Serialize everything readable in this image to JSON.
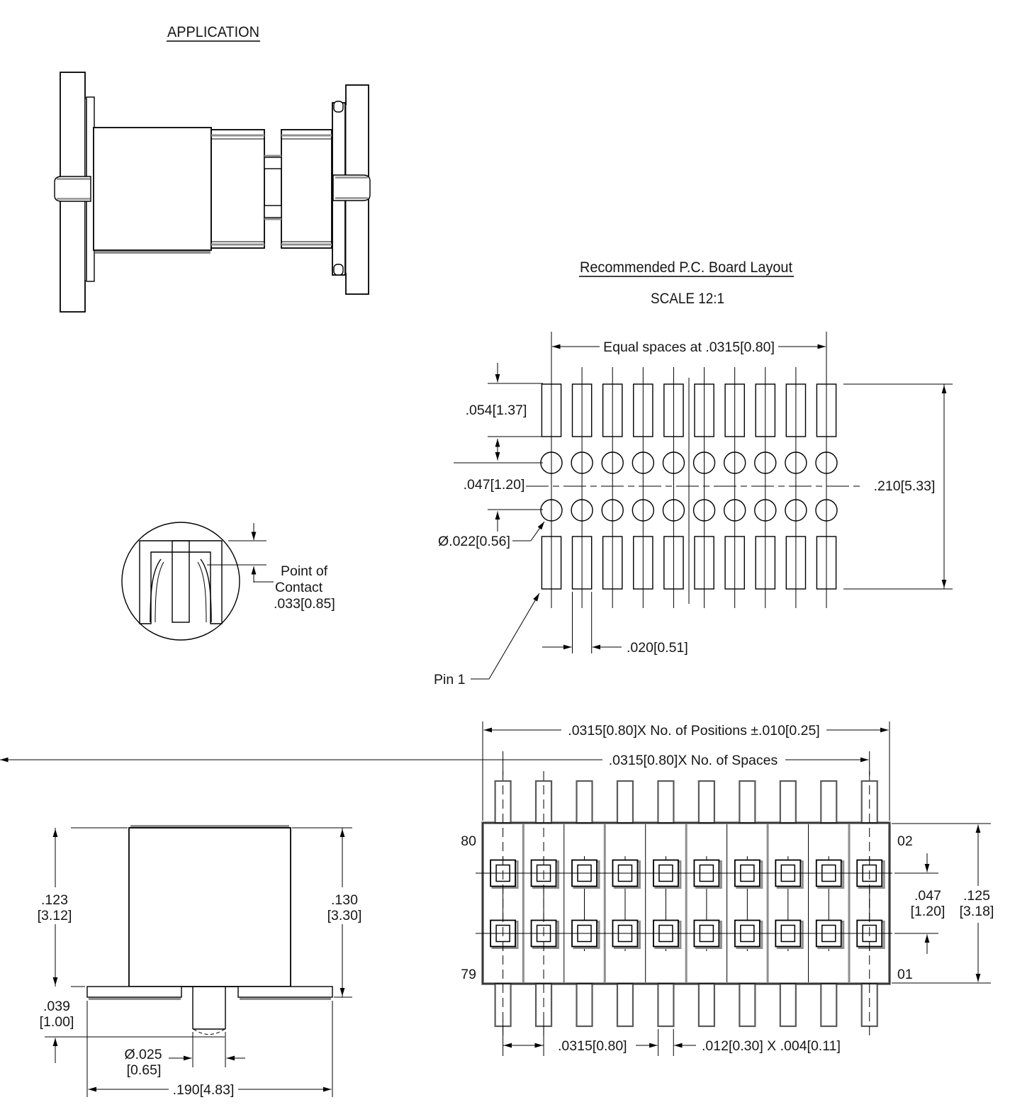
{
  "application": {
    "title": "APPLICATION"
  },
  "pcb_layout": {
    "title": "Recommended P.C. Board Layout",
    "scale": "SCALE 12:1",
    "dim_equal_spaces": "Equal spaces at .0315[0.80]",
    "dim_pad_height": ".054[1.37]",
    "dim_row_pitch": ".047[1.20]",
    "dim_overall": ".210[5.33]",
    "dim_hole_dia": "Ø.022[0.56]",
    "dim_pad_width": ".020[0.51]",
    "pin1_label": "Pin 1"
  },
  "contact_detail": {
    "label_line1": "Point of",
    "label_line2": "Contact",
    "label_line3": ".033[0.85]"
  },
  "side_view": {
    "dim_height_left_in": ".123",
    "dim_height_left_mm": "[3.12]",
    "dim_height_right_in": ".130",
    "dim_height_right_mm": "[3.30]",
    "dim_tail_in": ".039",
    "dim_tail_mm": "[1.00]",
    "dim_pin_dia_in": "Ø.025",
    "dim_pin_dia_mm": "[0.65]",
    "dim_width": ".190[4.83]"
  },
  "front_view": {
    "dim_positions": ".0315[0.80]X No. of Positions ±.010[0.25]",
    "dim_spaces": ".0315[0.80]X No. of Spaces",
    "pin_top_left": "80",
    "pin_top_right": "02",
    "pin_bottom_left": "79",
    "pin_bottom_right": "01",
    "dim_row_pitch_in": ".047",
    "dim_row_pitch_mm": "[1.20]",
    "dim_height_in": ".125",
    "dim_height_mm": "[3.18]",
    "dim_pitch": ".0315[0.80]",
    "dim_pin_size": ".012[0.30] X .004[0.11]"
  },
  "colors": {
    "line": "#000000",
    "shadow": "#8f8f8f",
    "background": "#ffffff"
  }
}
